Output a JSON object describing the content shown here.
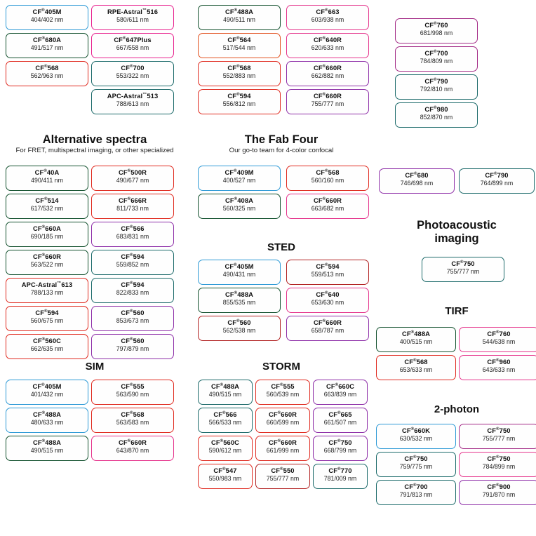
{
  "meta": {
    "registered_mark": "®",
    "trademark_mark": "™"
  },
  "sections": {
    "top_block_1": {
      "title": "",
      "columns": [
        {
          "chips": [
            {
              "name": "CF",
              "mark": "®",
              "model": "405M",
              "spec": "404/402 nm",
              "color": "blue"
            },
            {
              "name": "CF",
              "mark": "®",
              "model": "680A",
              "spec": "491/517 nm",
              "color": "darkgreen"
            },
            {
              "name": "CF",
              "mark": "®",
              "model": "568",
              "spec": "562/963 nm",
              "color": "red"
            }
          ]
        },
        {
          "chips": [
            {
              "name": "RPE-Astral",
              "mark": "™",
              "model": "516",
              "spec": "580/611 nm",
              "color": "magenta"
            },
            {
              "name": "CF",
              "mark": "®",
              "model": "647Plus",
              "spec": "667/558 nm",
              "color": "magenta"
            },
            {
              "name": "CF",
              "mark": "®",
              "model": "700",
              "spec": "553/322 nm",
              "color": "teal"
            },
            {
              "name": "APC-Astral",
              "mark": "™",
              "model": "513",
              "spec": "788/613 nm",
              "color": "teal"
            }
          ]
        }
      ]
    },
    "top_block_2": {
      "columns": [
        {
          "chips": [
            {
              "name": "CF",
              "mark": "®",
              "model": "488A",
              "spec": "490/511 nm",
              "color": "darkgreen"
            },
            {
              "name": "CF",
              "mark": "®",
              "model": "564",
              "spec": "517/544 nm",
              "color": "orange"
            },
            {
              "name": "CF",
              "mark": "®",
              "model": "568",
              "spec": "552/883 nm",
              "color": "red"
            },
            {
              "name": "CF",
              "mark": "®",
              "model": "594",
              "spec": "556/812 nm",
              "color": "red"
            }
          ]
        },
        {
          "chips": [
            {
              "name": "CF",
              "mark": "®",
              "model": "663",
              "spec": "603/938 nm",
              "color": "pink"
            },
            {
              "name": "CF",
              "mark": "®",
              "model": "640R",
              "spec": "620/633 nm",
              "color": "pink"
            },
            {
              "name": "CF",
              "mark": "®",
              "model": "660R",
              "spec": "662/882 nm",
              "color": "purple"
            },
            {
              "name": "CF",
              "mark": "®",
              "model": "660R",
              "spec": "755/777 nm",
              "color": "purple"
            }
          ]
        }
      ]
    },
    "top_block_3": {
      "chips": [
        {
          "name": "CF",
          "mark": "®",
          "model": "760",
          "spec": "681/998 nm",
          "color": "plum"
        },
        {
          "name": "CF",
          "mark": "®",
          "model": "700",
          "spec": "784/809 nm",
          "color": "plum"
        },
        {
          "name": "CF",
          "mark": "®",
          "model": "790",
          "spec": "792/810 nm",
          "color": "teal"
        },
        {
          "name": "CF",
          "mark": "®",
          "model": "980",
          "spec": "852/870 nm",
          "color": "teal"
        }
      ]
    },
    "alternative_spectra": {
      "title": "Alternative spectra",
      "subtitle": "For FRET, multispectral imaging, or other specialized",
      "columns": [
        {
          "chips": [
            {
              "name": "CF",
              "mark": "®",
              "model": "40A",
              "spec": "490/411 nm",
              "color": "darkgreen"
            },
            {
              "name": "CF",
              "mark": "®",
              "model": "514",
              "spec": "617/532 nm",
              "color": "darkgreen"
            },
            {
              "name": "CF",
              "mark": "®",
              "model": "660A",
              "spec": "690/185 nm",
              "color": "darkgreen"
            },
            {
              "name": "CF",
              "mark": "®",
              "model": "660R",
              "spec": "563/522 nm",
              "color": "darkgreen"
            },
            {
              "name": "APC-Astral",
              "mark": "™",
              "model": "613",
              "spec": "788/133 nm",
              "color": "red"
            },
            {
              "name": "CF",
              "mark": "®",
              "model": "594",
              "spec": "560/675 nm",
              "color": "red"
            },
            {
              "name": "CF",
              "mark": "®",
              "model": "560C",
              "spec": "662/635 nm",
              "color": "red"
            }
          ]
        },
        {
          "chips": [
            {
              "name": "CF",
              "mark": "®",
              "model": "500R",
              "spec": "490/677 nm",
              "color": "red"
            },
            {
              "name": "CF",
              "mark": "®",
              "model": "666R",
              "spec": "811/733 nm",
              "color": "red"
            },
            {
              "name": "CF",
              "mark": "®",
              "model": "566",
              "spec": "683/831 nm",
              "color": "purple"
            },
            {
              "name": "CF",
              "mark": "®",
              "model": "594",
              "spec": "559/852 nm",
              "color": "teal"
            },
            {
              "name": "CF",
              "mark": "®",
              "model": "594",
              "spec": "822/833 nm",
              "color": "teal"
            },
            {
              "name": "CF",
              "mark": "®",
              "model": "560",
              "spec": "853/673 nm",
              "color": "purple"
            },
            {
              "name": "CF",
              "mark": "®",
              "model": "560",
              "spec": "797/879 nm",
              "color": "purple"
            }
          ]
        }
      ]
    },
    "fab_four": {
      "title": "The Fab Four",
      "subtitle": "Our go-to team for 4-color confocal",
      "columns": [
        {
          "chips": [
            {
              "name": "CF",
              "mark": "®",
              "model": "409M",
              "spec": "400/527 nm",
              "color": "blue"
            },
            {
              "name": "CF",
              "mark": "®",
              "model": "408A",
              "spec": "560/325 nm",
              "color": "darkgreen"
            }
          ]
        },
        {
          "chips": [
            {
              "name": "CF",
              "mark": "®",
              "model": "568",
              "spec": "560/160 nm",
              "color": "red"
            },
            {
              "name": "CF",
              "mark": "®",
              "model": "660R",
              "spec": "663/682 nm",
              "color": "pink"
            }
          ]
        }
      ]
    },
    "sted": {
      "title": "STED",
      "columns": [
        {
          "chips": [
            {
              "name": "CF",
              "mark": "®",
              "model": "405M",
              "spec": "490/431 nm",
              "color": "blue"
            },
            {
              "name": "CF",
              "mark": "®",
              "model": "488A",
              "spec": "855/535 nm",
              "color": "darkgreen"
            },
            {
              "name": "CF",
              "mark": "®",
              "model": "560",
              "spec": "562/538 nm",
              "color": "darkred"
            }
          ]
        },
        {
          "chips": [
            {
              "name": "CF",
              "mark": "®",
              "model": "594",
              "spec": "559/513 nm",
              "color": "darkred"
            },
            {
              "name": "CF",
              "mark": "®",
              "model": "640",
              "spec": "653/630 nm",
              "color": "pink"
            },
            {
              "name": "CF",
              "mark": "®",
              "model": "660R",
              "spec": "658/787 nm",
              "color": "purple"
            }
          ]
        }
      ]
    },
    "sim": {
      "title": "SIM",
      "columns": [
        {
          "chips": [
            {
              "name": "CF",
              "mark": "®",
              "model": "405M",
              "spec": "401/432 nm",
              "color": "blue"
            },
            {
              "name": "CF",
              "mark": "®",
              "model": "488A",
              "spec": "480/633 nm",
              "color": "blue"
            },
            {
              "name": "CF",
              "mark": "®",
              "model": "488A",
              "spec": "490/515 nm",
              "color": "darkgreen"
            }
          ]
        },
        {
          "chips": [
            {
              "name": "CF",
              "mark": "®",
              "model": "555",
              "spec": "563/590 nm",
              "color": "red"
            },
            {
              "name": "CF",
              "mark": "®",
              "model": "568",
              "spec": "563/583 nm",
              "color": "red"
            },
            {
              "name": "CF",
              "mark": "®",
              "model": "660R",
              "spec": "643/870 nm",
              "color": "pink"
            }
          ]
        }
      ]
    },
    "storm": {
      "title": "STORM",
      "columns": [
        {
          "chips": [
            {
              "name": "CF",
              "mark": "®",
              "model": "488A",
              "spec": "490/515 nm",
              "color": "teal"
            },
            {
              "name": "CF",
              "mark": "®",
              "model": "566",
              "spec": "566/533 nm",
              "color": "teal"
            },
            {
              "name": "CF",
              "mark": "®",
              "model": "560C",
              "spec": "590/612 nm",
              "color": "red"
            },
            {
              "name": "CF",
              "mark": "®",
              "model": "547",
              "spec": "550/983 nm",
              "color": "red"
            }
          ]
        },
        {
          "chips": [
            {
              "name": "CF",
              "mark": "®",
              "model": "555",
              "spec": "560/539 nm",
              "color": "red"
            },
            {
              "name": "CF",
              "mark": "®",
              "model": "660R",
              "spec": "660/599 nm",
              "color": "red"
            },
            {
              "name": "CF",
              "mark": "®",
              "model": "660R",
              "spec": "661/999 nm",
              "color": "red"
            },
            {
              "name": "CF",
              "mark": "®",
              "model": "550",
              "spec": "755/777 nm",
              "color": "darkred"
            }
          ]
        },
        {
          "chips": [
            {
              "name": "CF",
              "mark": "®",
              "model": "660C",
              "spec": "663/839 nm",
              "color": "purple"
            },
            {
              "name": "CF",
              "mark": "®",
              "model": "665",
              "spec": "661/507 nm",
              "color": "purple"
            },
            {
              "name": "CF",
              "mark": "®",
              "model": "750",
              "spec": "668/799 nm",
              "color": "purple"
            },
            {
              "name": "CF",
              "mark": "®",
              "model": "770",
              "spec": "781/009 nm",
              "color": "teal"
            }
          ]
        }
      ]
    },
    "pair_680_790": {
      "chips": [
        {
          "name": "CF",
          "mark": "®",
          "model": "680",
          "spec": "746/698 nm",
          "color": "purple"
        },
        {
          "name": "CF",
          "mark": "®",
          "model": "790",
          "spec": "764/899 nm",
          "color": "teal"
        }
      ]
    },
    "photoacoustic": {
      "title_line1": "Photoacoustic",
      "title_line2": "imaging",
      "chips": [
        {
          "name": "CF",
          "mark": "®",
          "model": "750",
          "spec": "755/777 nm",
          "color": "teal"
        }
      ]
    },
    "tirf": {
      "title": "TIRF",
      "columns": [
        {
          "chips": [
            {
              "name": "CF",
              "mark": "®",
              "model": "488A",
              "spec": "400/515 nm",
              "color": "darkgreen"
            },
            {
              "name": "CF",
              "mark": "®",
              "model": "568",
              "spec": "653/633 nm",
              "color": "red"
            }
          ]
        },
        {
          "chips": [
            {
              "name": "CF",
              "mark": "®",
              "model": "760",
              "spec": "544/638 nm",
              "color": "pink"
            },
            {
              "name": "CF",
              "mark": "®",
              "model": "960",
              "spec": "643/633 nm",
              "color": "pink"
            }
          ]
        }
      ]
    },
    "two_photon": {
      "title": "2-photon",
      "columns": [
        {
          "chips": [
            {
              "name": "CF",
              "mark": "®",
              "model": "660K",
              "spec": "630/532 nm",
              "color": "blue"
            },
            {
              "name": "CF",
              "mark": "®",
              "model": "750",
              "spec": "759/775 nm",
              "color": "teal"
            },
            {
              "name": "CF",
              "mark": "®",
              "model": "700",
              "spec": "791/813 nm",
              "color": "teal"
            }
          ]
        },
        {
          "chips": [
            {
              "name": "CF",
              "mark": "®",
              "model": "750",
              "spec": "755/777 nm",
              "color": "plum"
            },
            {
              "name": "CF",
              "mark": "®",
              "model": "750",
              "spec": "784/899 nm",
              "color": "pink"
            },
            {
              "name": "CF",
              "mark": "®",
              "model": "900",
              "spec": "791/870 nm",
              "color": "purple"
            }
          ]
        }
      ]
    }
  },
  "palette": {
    "blue": "#2e9ad6",
    "green": "#1f7a45",
    "darkgreen": "#14522f",
    "red": "#e02b20",
    "darkred": "#b22222",
    "magenta": "#e8238f",
    "pink": "#e5348c",
    "teal": "#1d6b6b",
    "purple": "#8e2fa8",
    "plum": "#a32a86",
    "orange": "#e2511f"
  }
}
